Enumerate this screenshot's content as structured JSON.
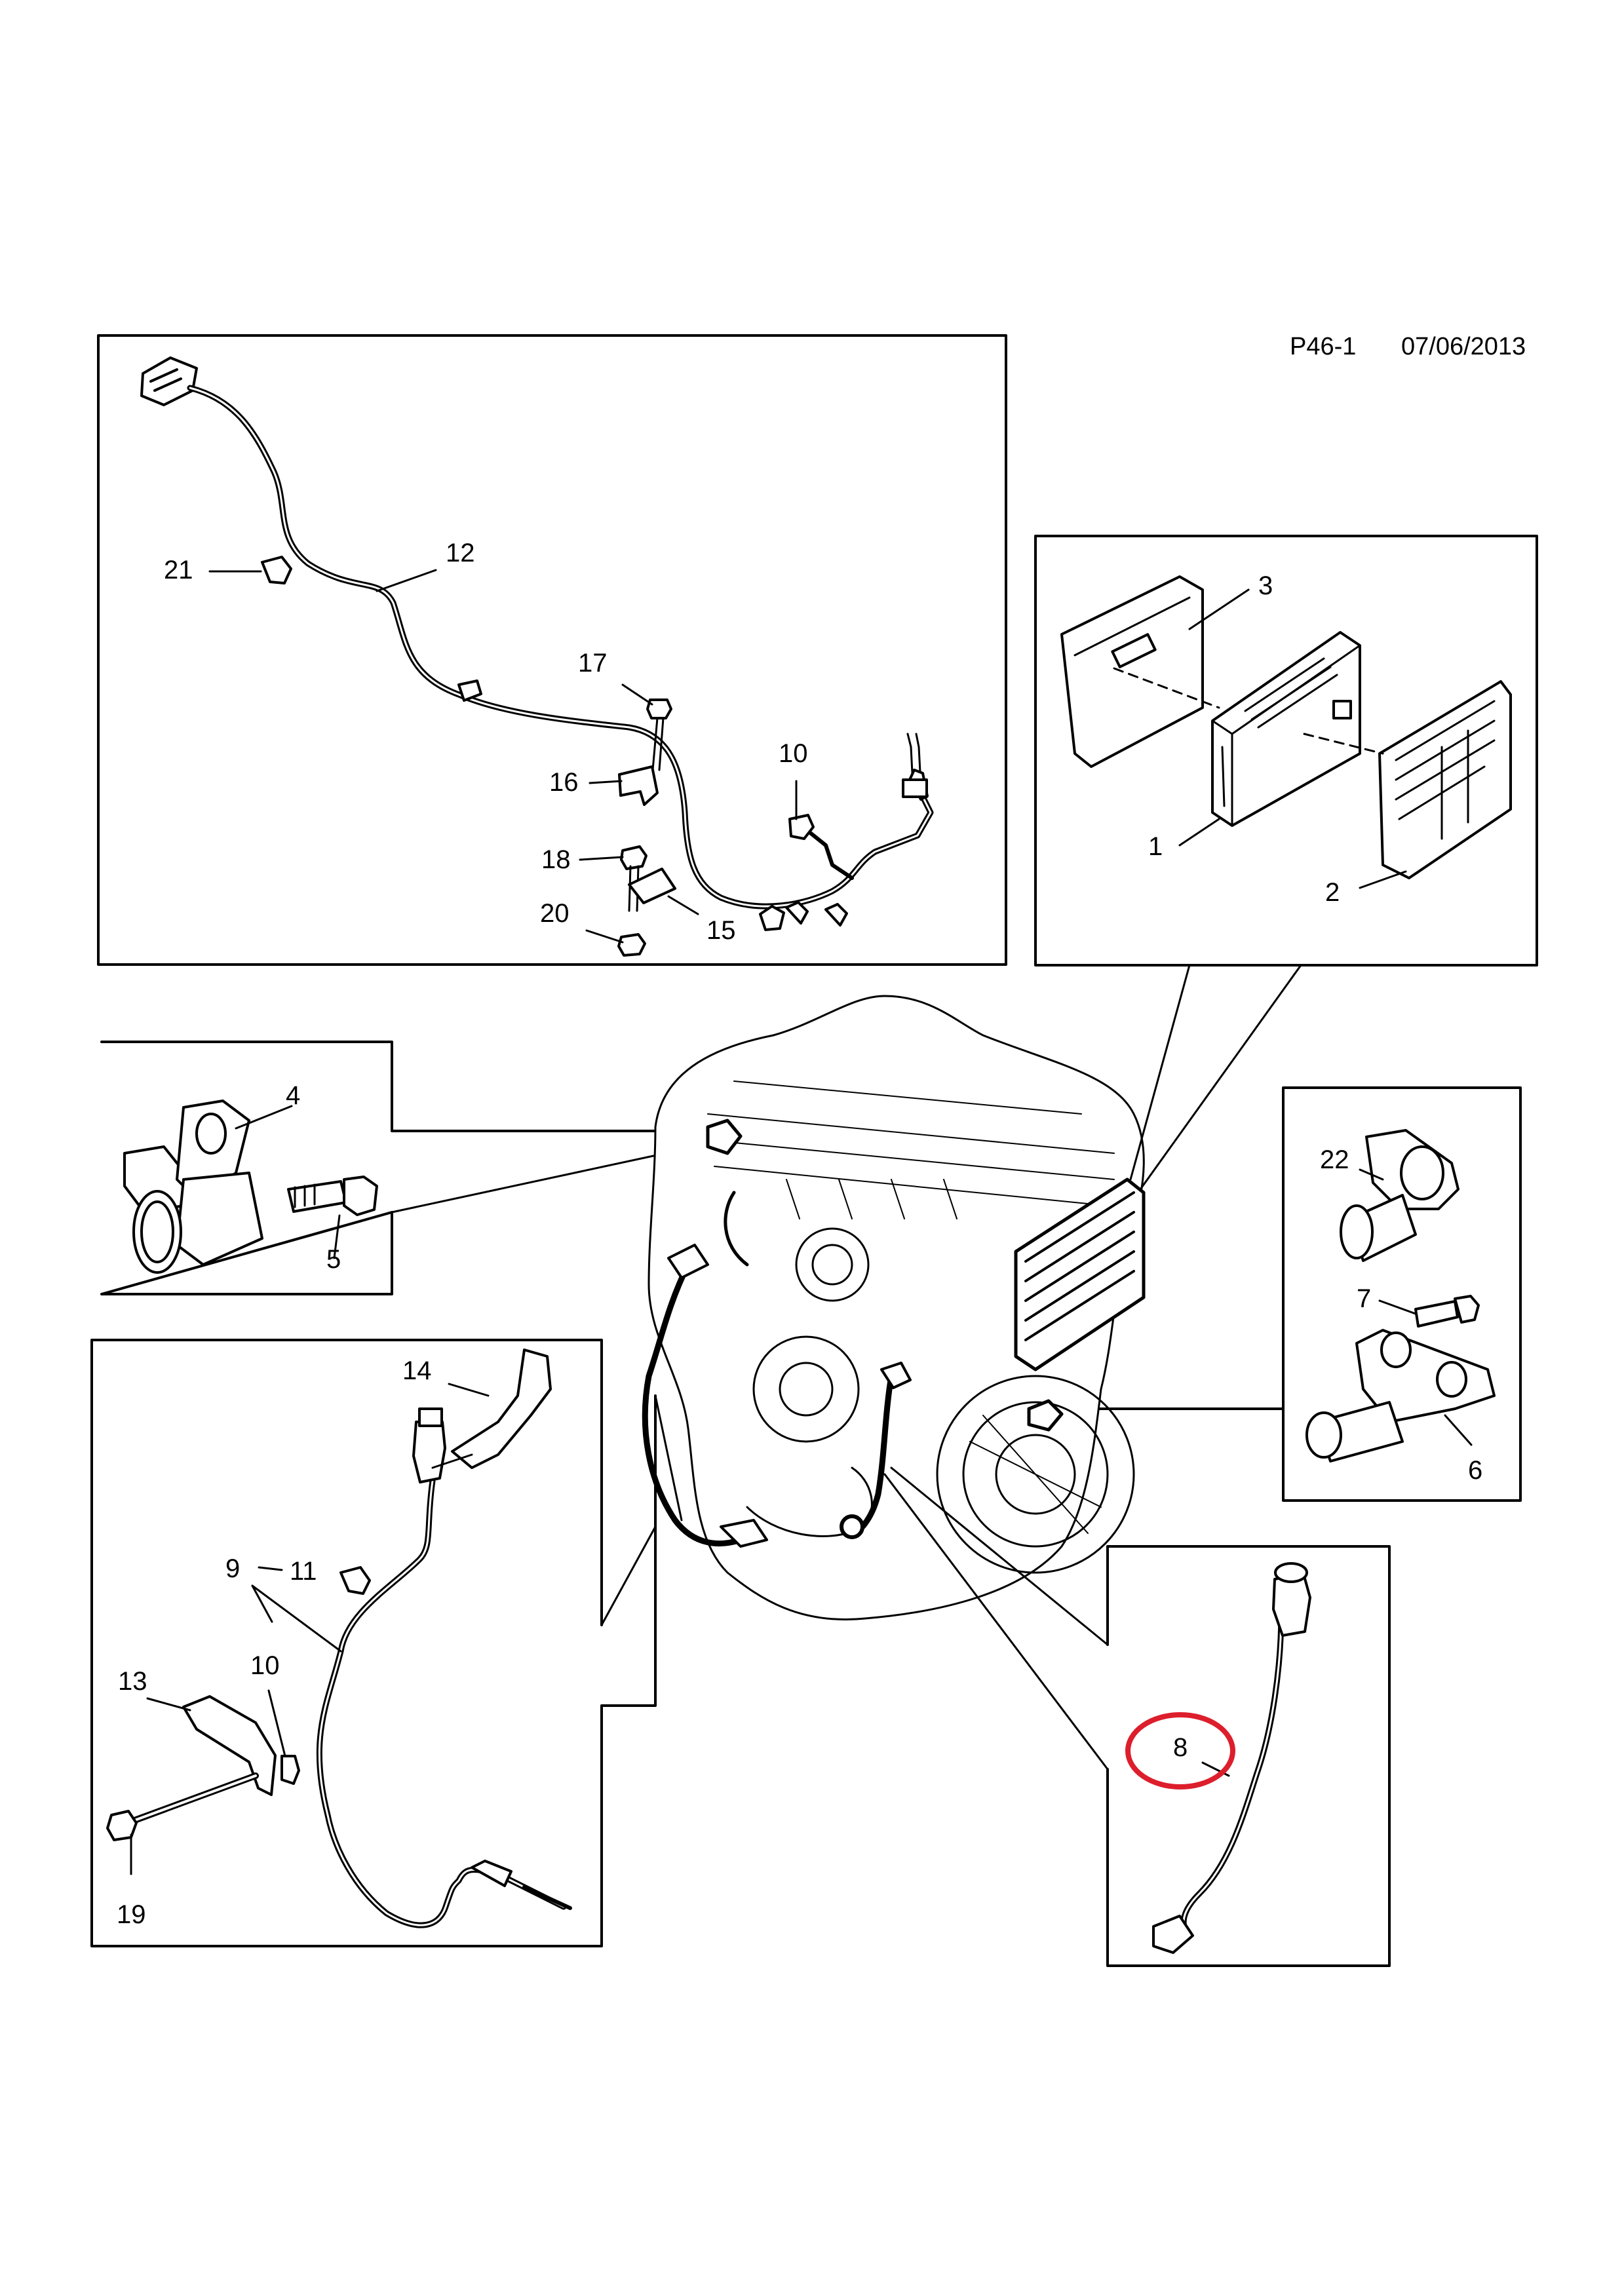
{
  "header": {
    "page_ref": "P46-1",
    "date": "07/06/2013"
  },
  "highlight": {
    "part_number": "8",
    "color": "#dd1e2c"
  },
  "line_color": "#000000",
  "callouts": {
    "p1": "1",
    "p2": "2",
    "p3": "3",
    "p4": "4",
    "p5": "5",
    "p6": "6",
    "p7": "7",
    "p8": "8",
    "p9": "9",
    "p10a": "10",
    "p10b": "10",
    "p11": "11",
    "p12": "12",
    "p13": "13",
    "p14": "14",
    "p15": "15",
    "p16": "16",
    "p17": "17",
    "p18": "18",
    "p19": "19",
    "p20": "20",
    "p21": "21",
    "p22": "22"
  }
}
